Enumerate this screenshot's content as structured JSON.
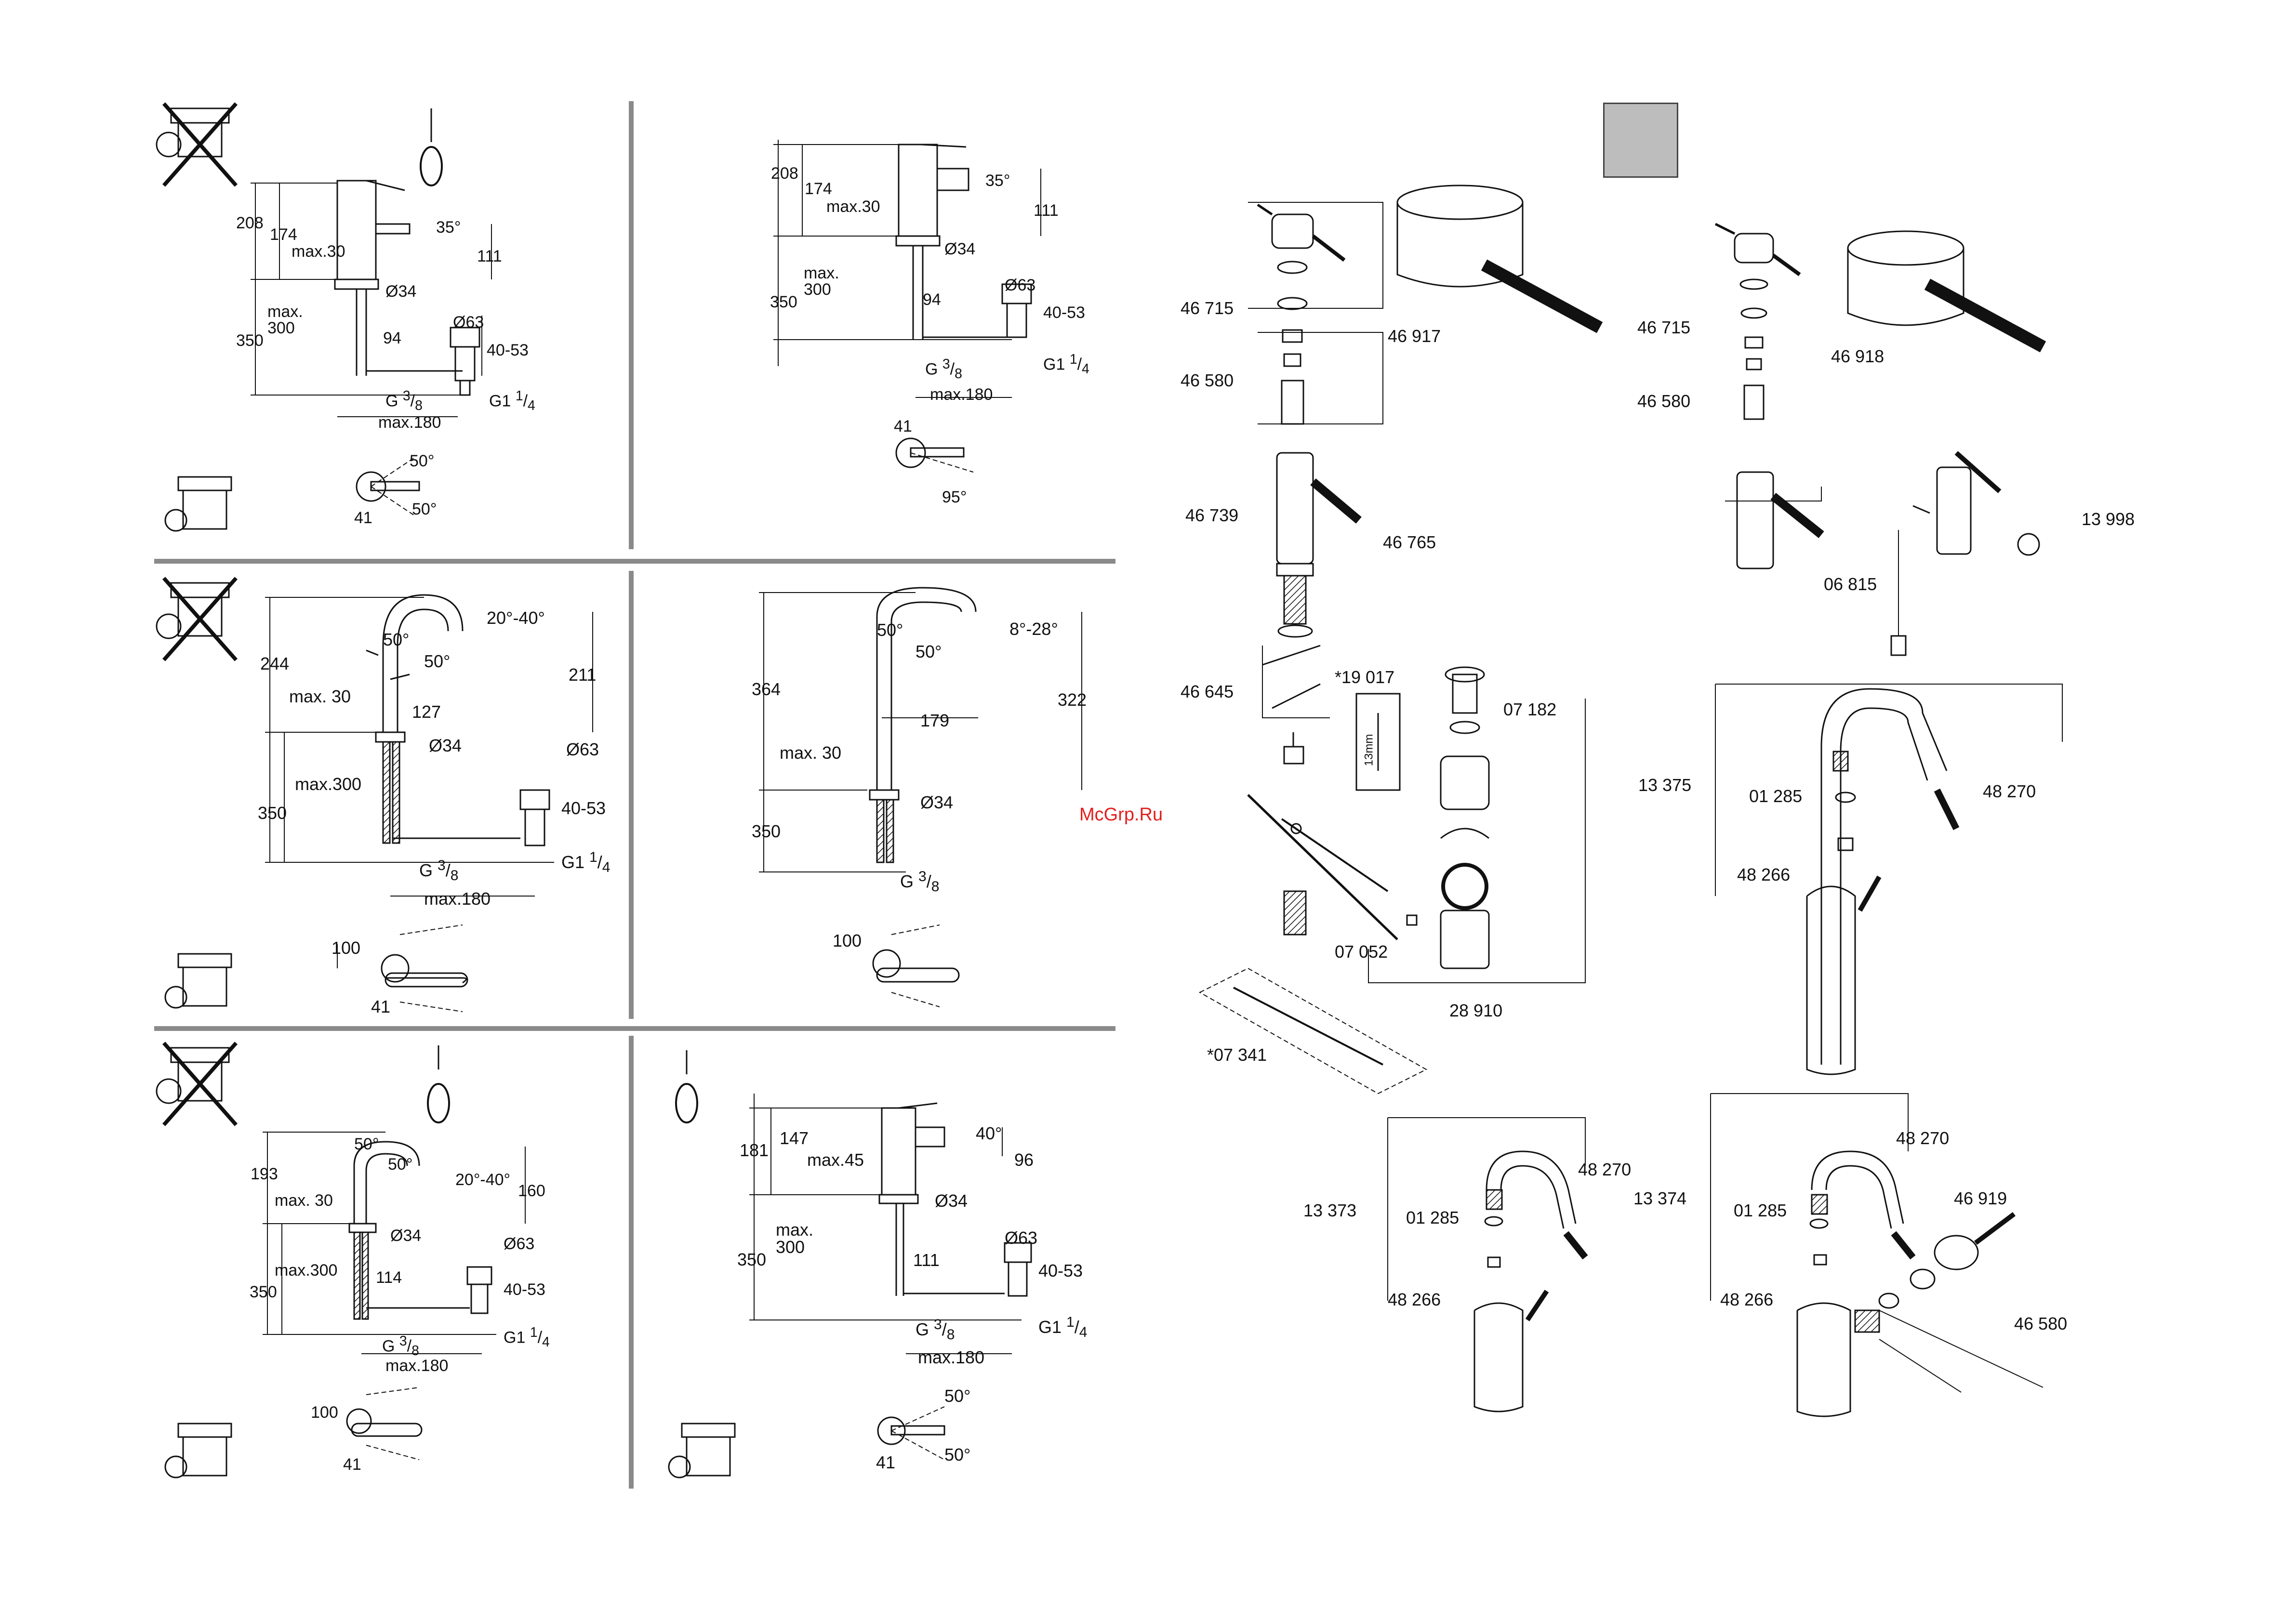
{
  "watermark": "McGrp.Ru",
  "panels": {
    "p1": {
      "d208": "208",
      "d174": "174",
      "dmax30": "max.30",
      "dmax300": "max.\n300",
      "d350": "350",
      "d35": "35°",
      "d111": "111",
      "d34": "Ø34",
      "d94": "94",
      "d63": "Ø63",
      "d4053": "40-53",
      "g38": "G 3/8",
      "g114": "G1 1/4",
      "max180": "max.180",
      "a50a": "50°",
      "a50b": "50°",
      "d41": "41"
    },
    "p2": {
      "d208": "208",
      "d174": "174",
      "dmax30": "max.30",
      "d350": "350",
      "dmax300": "max.\n300",
      "d35": "35°",
      "d111": "111",
      "d34": "Ø34",
      "d94": "94",
      "d63": "Ø63",
      "d4053": "40-53",
      "g38": "G 3/8",
      "g114": "G1 1/4",
      "max180": "max.180",
      "d41": "41",
      "a95": "95°"
    },
    "p3": {
      "d244": "244",
      "a50a": "50°",
      "a2040": "20°-40°",
      "a50b": "50°",
      "d211": "211",
      "d127": "127",
      "dmax30": "max. 30",
      "d34": "Ø34",
      "d63": "Ø63",
      "dmax300": "max.300",
      "d350": "350",
      "d4053": "40-53",
      "g38": "G 3/8",
      "g114": "G1 1/4",
      "max180": "max.180",
      "d100": "100",
      "d41": "41"
    },
    "p4": {
      "d364": "364",
      "a50a": "50°",
      "a828": "8°-28°",
      "a50b": "50°",
      "d322": "322",
      "d179": "179",
      "dmax30": "max. 30",
      "d34": "Ø34",
      "d350": "350",
      "g38": "G 3/8",
      "d100": "100"
    },
    "p5": {
      "d193": "193",
      "a50a": "50°",
      "a50b": "50°",
      "a2040": "20°-40°",
      "d160": "160",
      "dmax30": "max. 30",
      "d34": "Ø34",
      "d63": "Ø63",
      "dmax300": "max.300",
      "d114": "114",
      "d350": "350",
      "d4053": "40-53",
      "g38": "G 3/8",
      "g114": "G1 1/4",
      "max180": "max.180",
      "d100": "100",
      "d41": "41"
    },
    "p6": {
      "d181": "181",
      "d147": "147",
      "a40": "40°",
      "d96": "96",
      "dmax45": "max.45",
      "d34": "Ø34",
      "d63": "Ø63",
      "d350": "350",
      "dmax300": "max.\n300",
      "d111": "111",
      "d4053": "40-53",
      "g38": "G 3/8",
      "g114": "G1 1/4",
      "max180": "max.180",
      "a50a": "50°",
      "d41": "41",
      "a50b": "50°"
    }
  },
  "parts": {
    "a": [
      "46 715",
      "46 917",
      "46 580",
      "46 739",
      "46 765",
      "46 645",
      "*19 017",
      "07 182",
      "13mm",
      "07 052",
      "28 910",
      "*07 341"
    ],
    "b": [
      "46 715",
      "46 918",
      "46 580",
      "13 998",
      "06 815"
    ],
    "c": [
      "13 375",
      "01 285",
      "48 270",
      "48 266"
    ],
    "d": [
      "13 373",
      "48 270",
      "01 285",
      "48 266"
    ],
    "e": [
      "13 374",
      "48 270",
      "46 919",
      "01 285",
      "48 266",
      "46 580"
    ]
  }
}
